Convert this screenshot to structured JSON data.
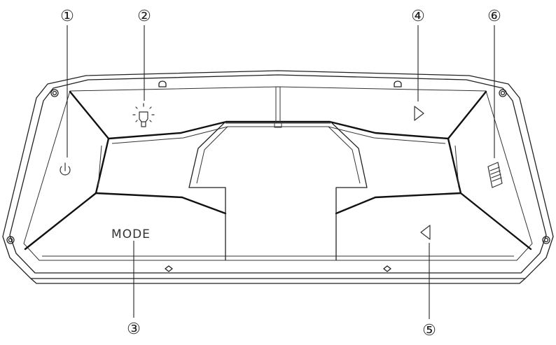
{
  "callouts": [
    {
      "number": "①",
      "meaning": "power"
    },
    {
      "number": "②",
      "meaning": "light"
    },
    {
      "number": "③",
      "meaning": "mode"
    },
    {
      "number": "④",
      "meaning": "right"
    },
    {
      "number": "⑤",
      "meaning": "left"
    },
    {
      "number": "⑥",
      "meaning": "menu"
    }
  ],
  "panel": {
    "mode_label": "MODE"
  },
  "icons": {
    "power": "power-icon",
    "light": "light-icon",
    "right": "right-arrow-icon",
    "left": "left-arrow-icon",
    "menu": "menu-icon"
  },
  "colors": {
    "line": "#222222",
    "background": "#ffffff"
  }
}
